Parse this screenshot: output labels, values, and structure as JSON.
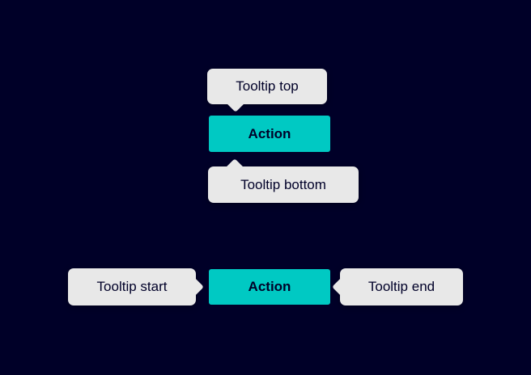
{
  "colors": {
    "page_bg": "#000028",
    "tooltip_bg": "#e8e8e8",
    "tooltip_text": "#000028",
    "action_bg": "#00c9c3",
    "action_text": "#000028"
  },
  "top_group": {
    "tooltip_top": {
      "label": "Tooltip top"
    },
    "action": {
      "label": "Action"
    },
    "tooltip_bottom": {
      "label": "Tooltip bottom"
    }
  },
  "bottom_group": {
    "tooltip_start": {
      "label": "Tooltip start"
    },
    "action": {
      "label": "Action"
    },
    "tooltip_end": {
      "label": "Tooltip end"
    }
  }
}
